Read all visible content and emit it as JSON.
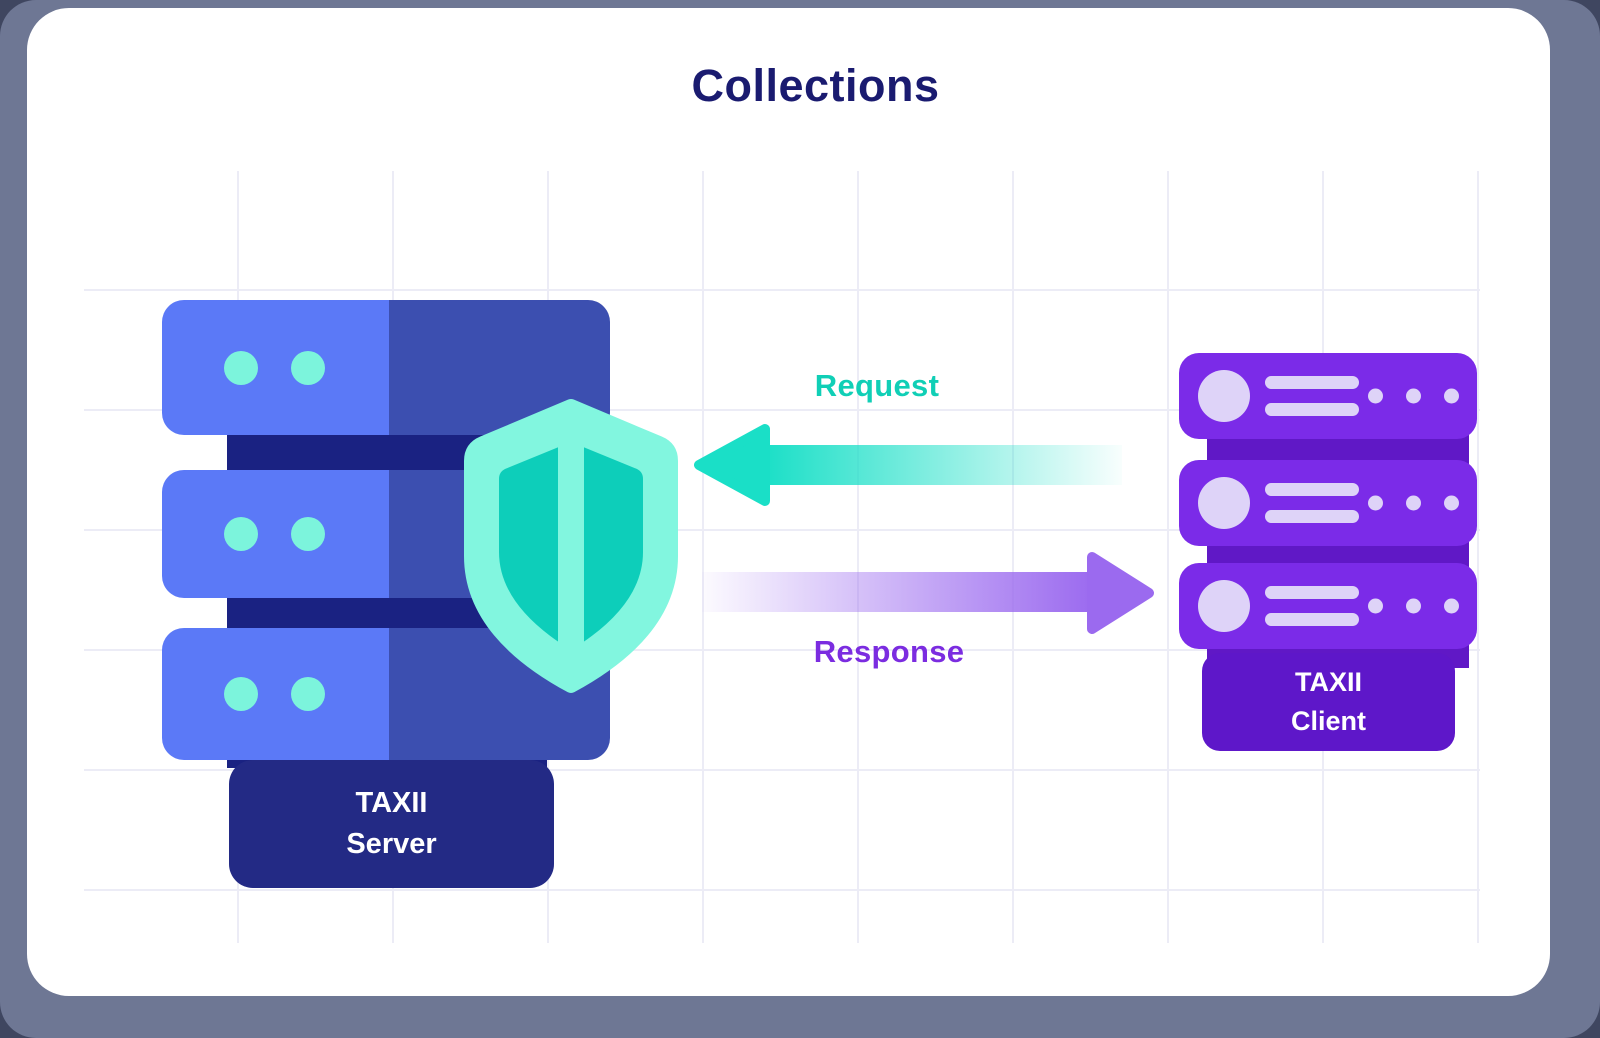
{
  "title": "Collections",
  "server": {
    "label_line1": "TAXII",
    "label_line2": "Server"
  },
  "client": {
    "label_line1": "TAXII",
    "label_line2": "Client"
  },
  "flow": {
    "request_label": "Request",
    "response_label": "Response"
  },
  "icons": [
    "server-stack-icon",
    "shield-icon",
    "request-arrow-icon",
    "response-arrow-icon",
    "client-rack-icon"
  ],
  "colors": {
    "frame_bg": "#6E7794",
    "card_bg": "#FFFFFF",
    "grid_line": "#ECECF6",
    "title_text": "#1A1B70",
    "server_front": "#5B79F7",
    "server_side": "#3C4FB0",
    "server_connector": "#1A2282",
    "server_badge": "#232A85",
    "server_dot": "#7CF4DC",
    "shield_outer": "#82F6DF",
    "shield_inner": "#0DCEBA",
    "request_arrow": "#1ADFC7",
    "request_text": "#10CFB6",
    "response_arrow": "#9B6AEF",
    "response_text": "#7B2CE0",
    "client_body": "#7B2BE8",
    "client_connector": "#6018C6",
    "client_badge": "#5E17C9",
    "client_detail": "#DED3F8",
    "badge_text": "#FFFFFF"
  }
}
